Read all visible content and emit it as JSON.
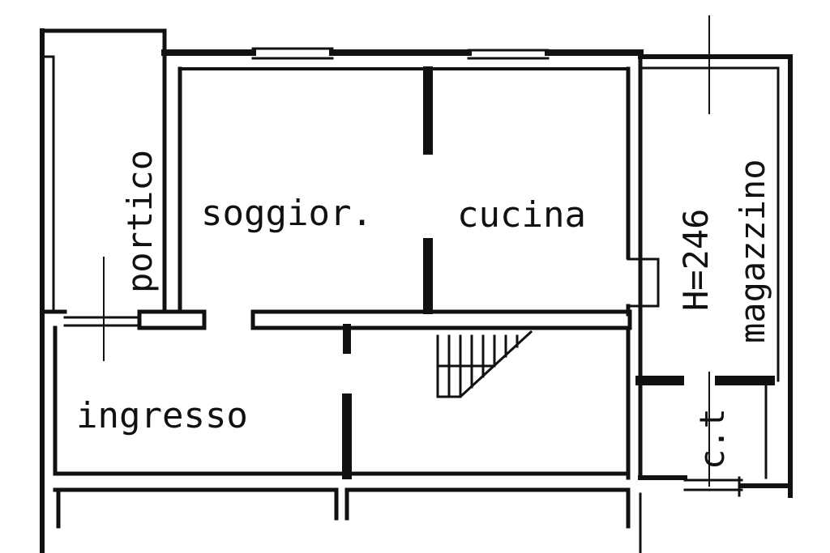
{
  "plan": {
    "rooms": {
      "portico": "portico",
      "soggiorno": "soggior.",
      "cucina": "cucina",
      "ingresso": "ingresso",
      "magazzino": "magazzino",
      "centrale_termica": "c.t"
    },
    "height_note": "H=246",
    "colors": {
      "ink": "#111111",
      "paper": "#ffffff"
    }
  }
}
